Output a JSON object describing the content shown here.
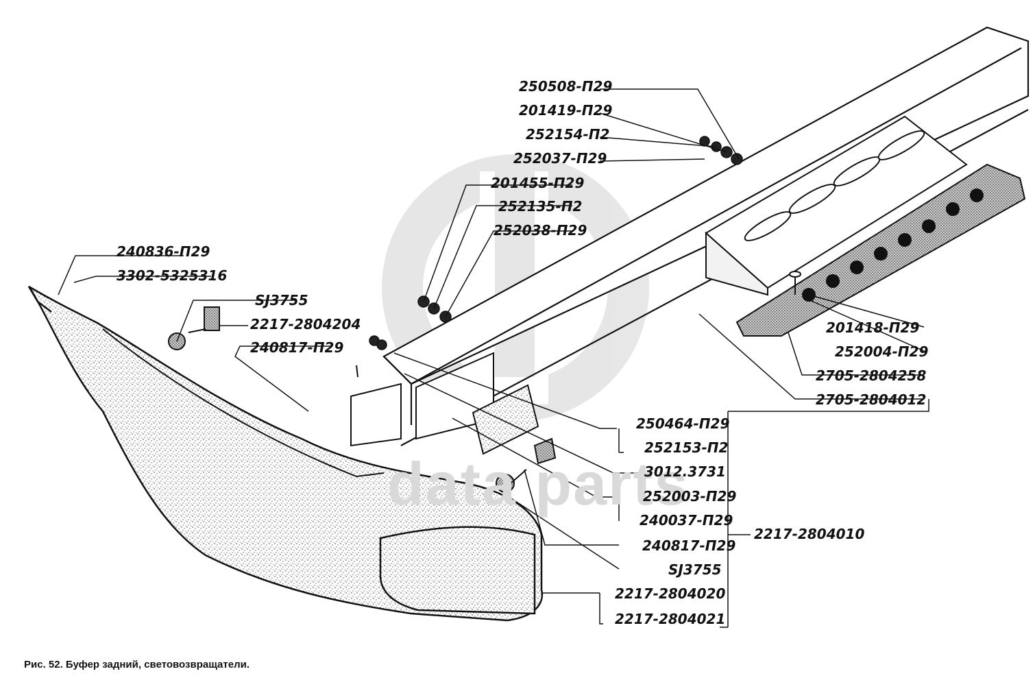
{
  "watermark": {
    "text": "data parts"
  },
  "caption": "Рис. 52. Буфер задний, световозвращатели.",
  "callouts": {
    "c250508": "250508-П29",
    "c201419": "201419-П29",
    "c252154": "252154-П2",
    "c252037": "252037-П29",
    "c201455": "201455-П29",
    "c252135": "252135-П2",
    "c252038": "252038-П29",
    "c240836": "240836-П29",
    "c3302": "3302-5325316",
    "sj_top": "SJ3755",
    "c2217_204": "2217-2804204",
    "c240817_top": "240817-П29",
    "c201418": "201418-П29",
    "c252004": "252004-П29",
    "c2705_258": "2705-2804258",
    "c2705_012": "2705-2804012",
    "c250464": "250464-П29",
    "c252153": "252153-П2",
    "c3012": "3012.3731",
    "c252003": "252003-П29",
    "c240037": "240037-П29",
    "c240817_bot": "240817-П29",
    "sj_bot": "SJ3755",
    "c2217_020": "2217-2804020",
    "c2217_021": "2217-2804021",
    "c2217_010": "2217-2804010"
  }
}
